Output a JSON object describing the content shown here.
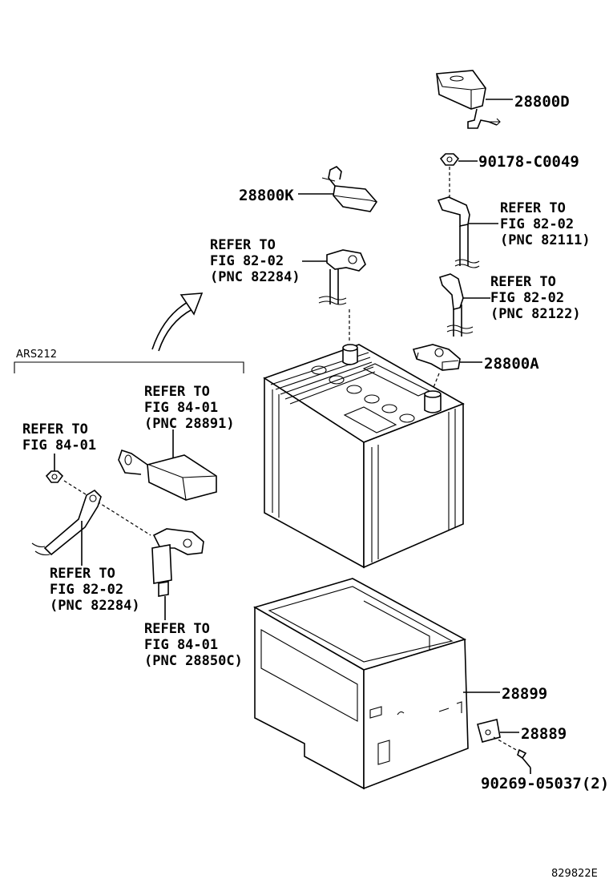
{
  "variant_code": "ARS212",
  "figure_code": "829822E",
  "parts": {
    "p28800D": "28800D",
    "p90178": "90178-C0049",
    "p28800K": "28800K",
    "p28800A": "28800A",
    "p28899": "28899",
    "p28889": "28889",
    "p90269": "90269-05037(2)"
  },
  "refs": {
    "r82111": [
      "REFER TO",
      "FIG 82-02",
      "(PNC 82111)"
    ],
    "r82122": [
      "REFER TO",
      "FIG 82-02",
      "(PNC 82122)"
    ],
    "r82284_top": [
      "REFER TO",
      "FIG 82-02",
      "(PNC 82284)"
    ],
    "r28891": [
      "REFER TO",
      "FIG 84-01",
      "(PNC 28891)"
    ],
    "r8401_nut": [
      "REFER TO",
      "FIG 84-01"
    ],
    "r82284_low": [
      "REFER TO",
      "FIG 82-02",
      "(PNC 82284)"
    ],
    "r28850C": [
      "REFER TO",
      "FIG 84-01",
      "(PNC 28850C)"
    ]
  }
}
